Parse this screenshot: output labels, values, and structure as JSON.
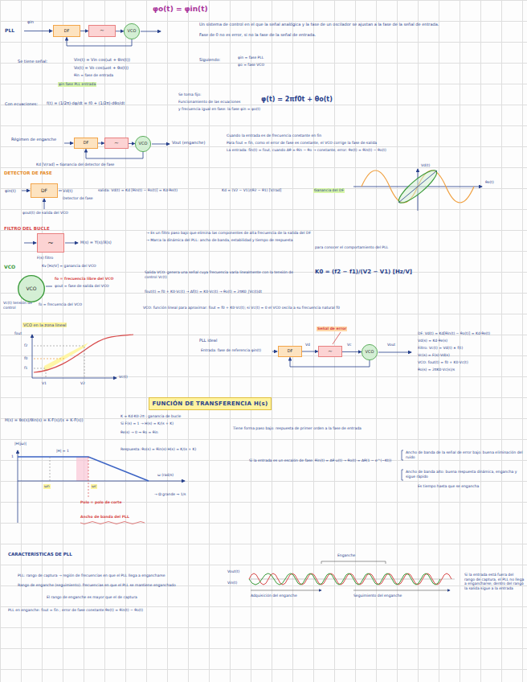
{
  "diagram": {
    "nodes": [
      {
        "text": [
          "DF"
        ]
      },
      {
        "text": [
          "~"
        ]
      },
      {
        "text": [
          "VCO"
        ]
      },
      {
        "text": [
          "DF"
        ]
      },
      {
        "text": [
          "~"
        ]
      },
      {
        "text": [
          "VCO"
        ]
      },
      {
        "text": [
          "DF"
        ]
      },
      {
        "text": [
          "~"
        ]
      },
      {
        "text": [
          "VCO"
        ]
      },
      {
        "text": [
          "DF"
        ]
      },
      {
        "text": [
          "~"
        ]
      },
      {
        "text": [
          "VCO"
        ]
      },
      {
        "text": [
          "FUNCIÓN DE TRANSFERENCIA H(s)"
        ]
      }
    ],
    "edges": [
      {
        "from": 0,
        "to": 1,
        "arrow": "to"
      },
      {
        "from": 1,
        "to": 2,
        "arrow": "to"
      },
      {
        "from": 2,
        "to": 0,
        "arrow": "to"
      },
      {
        "from": 3,
        "to": 4,
        "arrow": "to"
      },
      {
        "from": 4,
        "to": 5,
        "arrow": "to"
      },
      {
        "from": 5,
        "to": 3,
        "arrow": "to"
      },
      {
        "from": 9,
        "to": 10,
        "arrow": "to"
      },
      {
        "from": 10,
        "to": 11,
        "arrow": "to"
      },
      {
        "from": 11,
        "to": 9,
        "arrow": "to"
      }
    ],
    "labels": [
      "φo(t) = φin(t)",
      "PLL",
      "φin",
      "Un sistema de control en el que la señal analógica y la fase de un oscilador se ajustan a la fase de la señal de entrada.",
      "Fase de 0 no es error, si no la fase de la señal de entrada.",
      "Se tiene señal:",
      "Vin(t) = Vin cos(ωt + θin(t))",
      "Vo(t) = Vo cos(ωot + θo(t))",
      "θin = fase de entrada",
      "Siguiendo:",
      "φin = fase PLL",
      "φo = fase VCO",
      "φin fase PLL entrada",
      "Con ecuaciones:",
      "f(t) = (1/2π)·dφ/dt = f0 + (1/2π)·dθo/dt",
      "Se toma fijo:",
      "Funcionamiento de las ecuaciones",
      "y frecuencia igual en fase: la fase φin = φo(t)",
      "φ(t) = 2πf0t + θo(t)",
      "Régimen de enganche",
      "Vout (enganche)",
      "Cuando la entrada es de frecuencia constante en fin",
      "Para fout = fin, como el error de fase es constante, el VCO corrige la fase de salida",
      "La entrada: fin(t) = fout, cuando Δθ = θin − θo → constante; error: θe(t) = θin(t) − θo(t)",
      "DETECTOR DE FASE",
      "Kd [V/rad] = Ganancia del detector de fase",
      "φin(t)",
      "Vd(t)",
      "Detector de fase",
      "φout(t) de salida del VCO",
      "salida: Vd(t) = Kd [θin(t) − θo(t)] = Kd·θe(t)",
      "Kd = (V2 − V1)/(θ2 − θ1) [V/rad]",
      "Ganancia del DF",
      "Vd(t)",
      "θe(t)",
      "FILTRO DEL BUCLE",
      "H(s) = Y(s)/X(s)",
      "→ Es un filtro paso bajo que elimina las componentes de alta frecuencia de la salida del DF",
      "→ Marca la dinámica del PLL: ancho de banda, estabilidad y tiempo de respuesta",
      "para conocer el comportamiento del PLL",
      "F(s) filtro",
      "VCO",
      "Kv [Hz/V] = ganancia del VCO",
      "fo = frecuencia libre del VCO",
      "φout = fase de salida del VCO",
      "Salida VCO: genera una señal cuya frecuencia varía linealmente con la tensión de control Vc(t)",
      "K0 = (f2 − f1)/(V2 − V1) [Hz/V]",
      "fout(t) = f0 + K0·Vc(t) → Δf(t) = K0·Vc(t) → θo(t) = 2πK0 ∫Vc(t)dt",
      "Vc(t) tensión de control",
      "fo = frecuencia del VCO",
      "VCO: función lineal para aproximar: fout = f0 + K0·Vc(t); si Vc(t) = 0 el VCO oscila a su frecuencia natural f0",
      "VCO en la zona lineal",
      "fout",
      "f2",
      "f0",
      "f1",
      "V1",
      "V2",
      "Vc(t)",
      "PLL ideal",
      "Entrada: fase de referencia φin(t)",
      "Señal de error",
      "Vd",
      "Vc",
      "Vout",
      "DF: Vd(t) = Kd[θin(t) − θo(t)] = Kd·θe(t)",
      "Vd(s) = Kd·θe(s)",
      "Filtro: Vc(t) = Vd(t) ∗ f(t)",
      "Vc(s) = F(s)·Vd(s)",
      "VCO: fout(t) = f0 + K0·Vc(t)",
      "θo(s) = 2πK0·Vc(s)/s",
      "H(s) = θo(s)/θin(s) = K·F(s)/(s + K·F(s))",
      "K = Kd·K0·2π : ganancia de bucle",
      "Si F(s) = 1 → H(s) = K/(s + K)",
      "θe(s) → 0 ⇒ θo = θin",
      "Tiene forma paso bajo: respuesta de primer orden a la fase de entrada",
      "|H(jω)|",
      "1",
      "|H| = 1",
      "ωn",
      "ωc",
      "ω (rad/s)",
      "Polo = polo de corte",
      "→ Ω grande ⇒ 1/s",
      "Ancho de banda del PLL",
      "Respuesta: θo(s) = θin(s)·H(s) = K/(s + K)",
      "Si la entrada es un escalón de fase: θin(t) = Δθ·u(t) → θo(t) = Δθ(1 − e^(−Kt))",
      "Ancho de banda de la señal de error bajo: buena eliminación del ruido",
      "Ancho de banda alto: buena respuesta dinámica, engancha y sigue rápido",
      "Es tiempo hasta que se engancha",
      "CARACTERÍSTICAS DE PLL",
      "PLL: rango de captura → región de frecuencias en que el PLL llega a engancharse",
      "Rango de enganche (seguimiento): frecuencias en que el PLL se mantiene enganchado",
      "El rango de enganche es mayor que el de captura",
      "PLL en enganche: fout = fin ; error de fase constante θe(t) = θin(t) − θo(t)",
      "Enganche",
      "Vout(t)",
      "Vin(t)",
      "Adquisición del enganche",
      "Seguimiento del enganche",
      "Si la entrada está fuera del rango de captura, el PLL no llega a engancharse; dentro del rango la salida sigue a la entrada"
    ]
  }
}
